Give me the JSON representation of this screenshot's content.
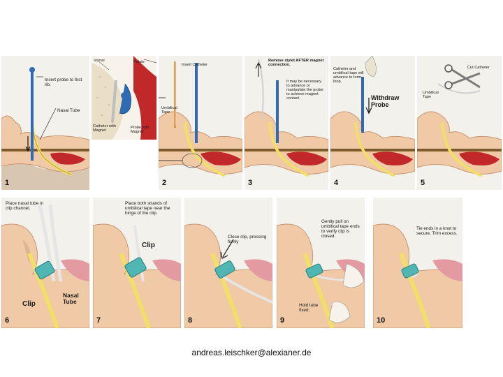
{
  "panels": [
    {
      "number": "1",
      "labels": {
        "probe": "Insert probe to first rib.",
        "nasal": "Nasal Tube"
      }
    },
    {
      "number": "",
      "labels": {
        "vomer": "Vomer",
        "palate": "Palate",
        "catheter": "Catheter with Magnet",
        "probe": "Probe with Magnet"
      }
    },
    {
      "number": "2",
      "labels": {
        "insert": "Insert Catheter",
        "tape": "Umbilical Tape"
      }
    },
    {
      "number": "3",
      "labels": {
        "remove": "Remove stylet AFTER magnet connection.",
        "note": "It may be necessary to advance or manipulate the probe to achieve magnet contact."
      }
    },
    {
      "number": "4",
      "labels": {
        "cath": "Catheter and umbilical tape will advance to form loop.",
        "withdraw": "Withdraw Probe"
      }
    },
    {
      "number": "5",
      "labels": {
        "cut": "Cut Catheter",
        "tape": "Umbilical Tape"
      }
    },
    {
      "number": "6",
      "labels": {
        "place": "Place nasal tube in clip channel.",
        "clip": "Clip",
        "nasal": "Nasal Tube"
      }
    },
    {
      "number": "7",
      "labels": {
        "place": "Place both strands of umbilical tape near the hinge of the clip.",
        "clip": "Clip"
      }
    },
    {
      "number": "8",
      "labels": {
        "close": "Close clip, pressing firmly"
      }
    },
    {
      "number": "9",
      "labels": {
        "pull": "Gently pull on umbilical tape ends to verify clip is closed.",
        "hold": "Hold tube fixed."
      }
    },
    {
      "number": "10",
      "labels": {
        "tie": "Tie ends in a knot to secure. Trim excess."
      }
    }
  ],
  "footer": {
    "email": "andreas.leischker@alexianer.de"
  },
  "colors": {
    "skin": "#f0c9a6",
    "skin_shadow": "#c99572",
    "tissue": "#c0282a",
    "tube": "#f2df6a",
    "probe": "#2f6bb3",
    "clip": "#4fb6b3",
    "bone": "#e8e2cf",
    "floor": "#7a5a2a"
  }
}
